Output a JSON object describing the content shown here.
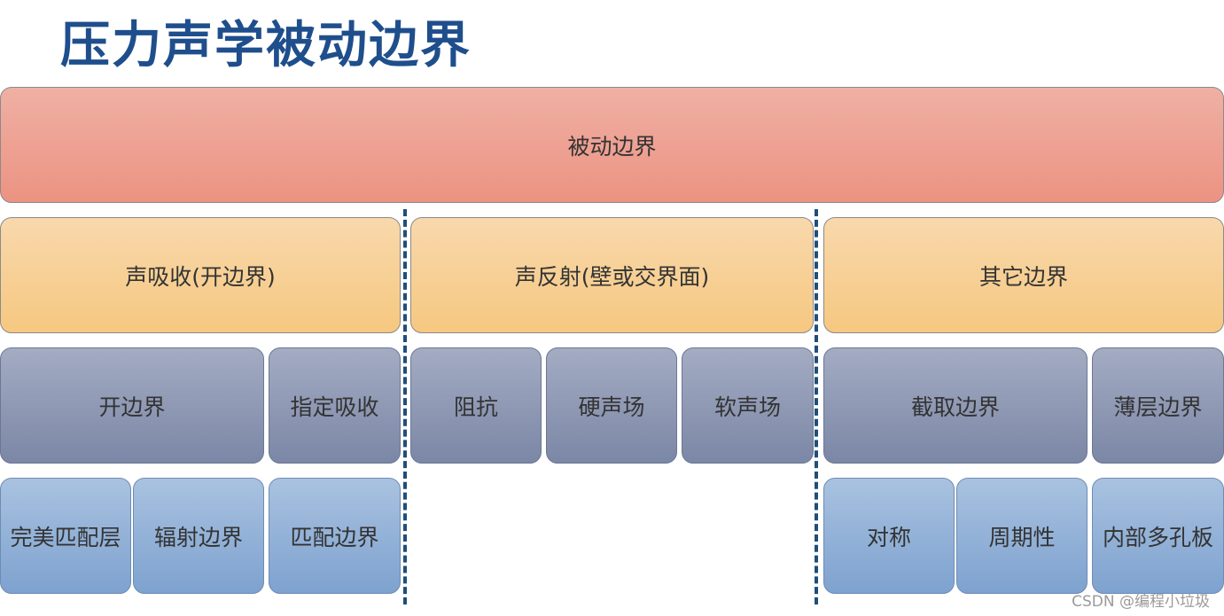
{
  "title": "压力声学被动边界",
  "root": {
    "label": "被动边界"
  },
  "categories": [
    {
      "label": "声吸收(开边界)"
    },
    {
      "label": "声反射(壁或交界面)"
    },
    {
      "label": "其它边界"
    }
  ],
  "level2": [
    {
      "label": "开边界"
    },
    {
      "label": "指定吸收"
    },
    {
      "label": "阻抗"
    },
    {
      "label": "硬声场"
    },
    {
      "label": "软声场"
    },
    {
      "label": "截取边界"
    },
    {
      "label": "薄层边界"
    }
  ],
  "level3": [
    {
      "label": "完美匹配层"
    },
    {
      "label": "辐射边界"
    },
    {
      "label": "匹配边界"
    },
    {
      "label": "对称"
    },
    {
      "label": "周期性"
    },
    {
      "label": "内部多孔板"
    }
  ],
  "watermark": "CSDN @编程小垃圾"
}
